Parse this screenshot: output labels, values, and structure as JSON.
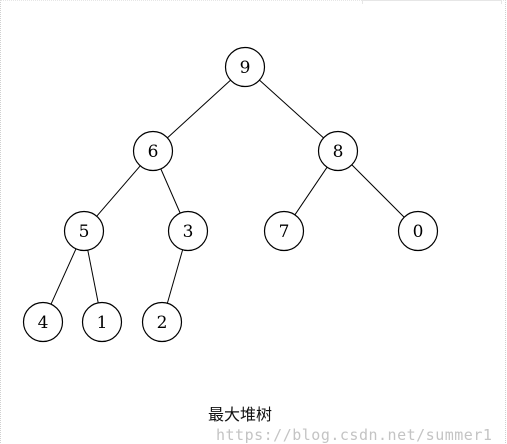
{
  "diagram": {
    "type": "binary-tree",
    "caption": "最大堆树",
    "nodes": [
      {
        "id": "n9",
        "label": "9"
      },
      {
        "id": "n6",
        "label": "6"
      },
      {
        "id": "n8",
        "label": "8"
      },
      {
        "id": "n5",
        "label": "5"
      },
      {
        "id": "n3",
        "label": "3"
      },
      {
        "id": "n7",
        "label": "7"
      },
      {
        "id": "n0",
        "label": "0"
      },
      {
        "id": "n4",
        "label": "4"
      },
      {
        "id": "n1",
        "label": "1"
      },
      {
        "id": "n2",
        "label": "2"
      }
    ],
    "edges": [
      [
        "n9",
        "n6"
      ],
      [
        "n9",
        "n8"
      ],
      [
        "n6",
        "n5"
      ],
      [
        "n6",
        "n3"
      ],
      [
        "n8",
        "n7"
      ],
      [
        "n8",
        "n0"
      ],
      [
        "n5",
        "n4"
      ],
      [
        "n5",
        "n1"
      ],
      [
        "n3",
        "n2"
      ]
    ]
  },
  "watermark": {
    "text": "https://blog.csdn.net/summer1"
  }
}
